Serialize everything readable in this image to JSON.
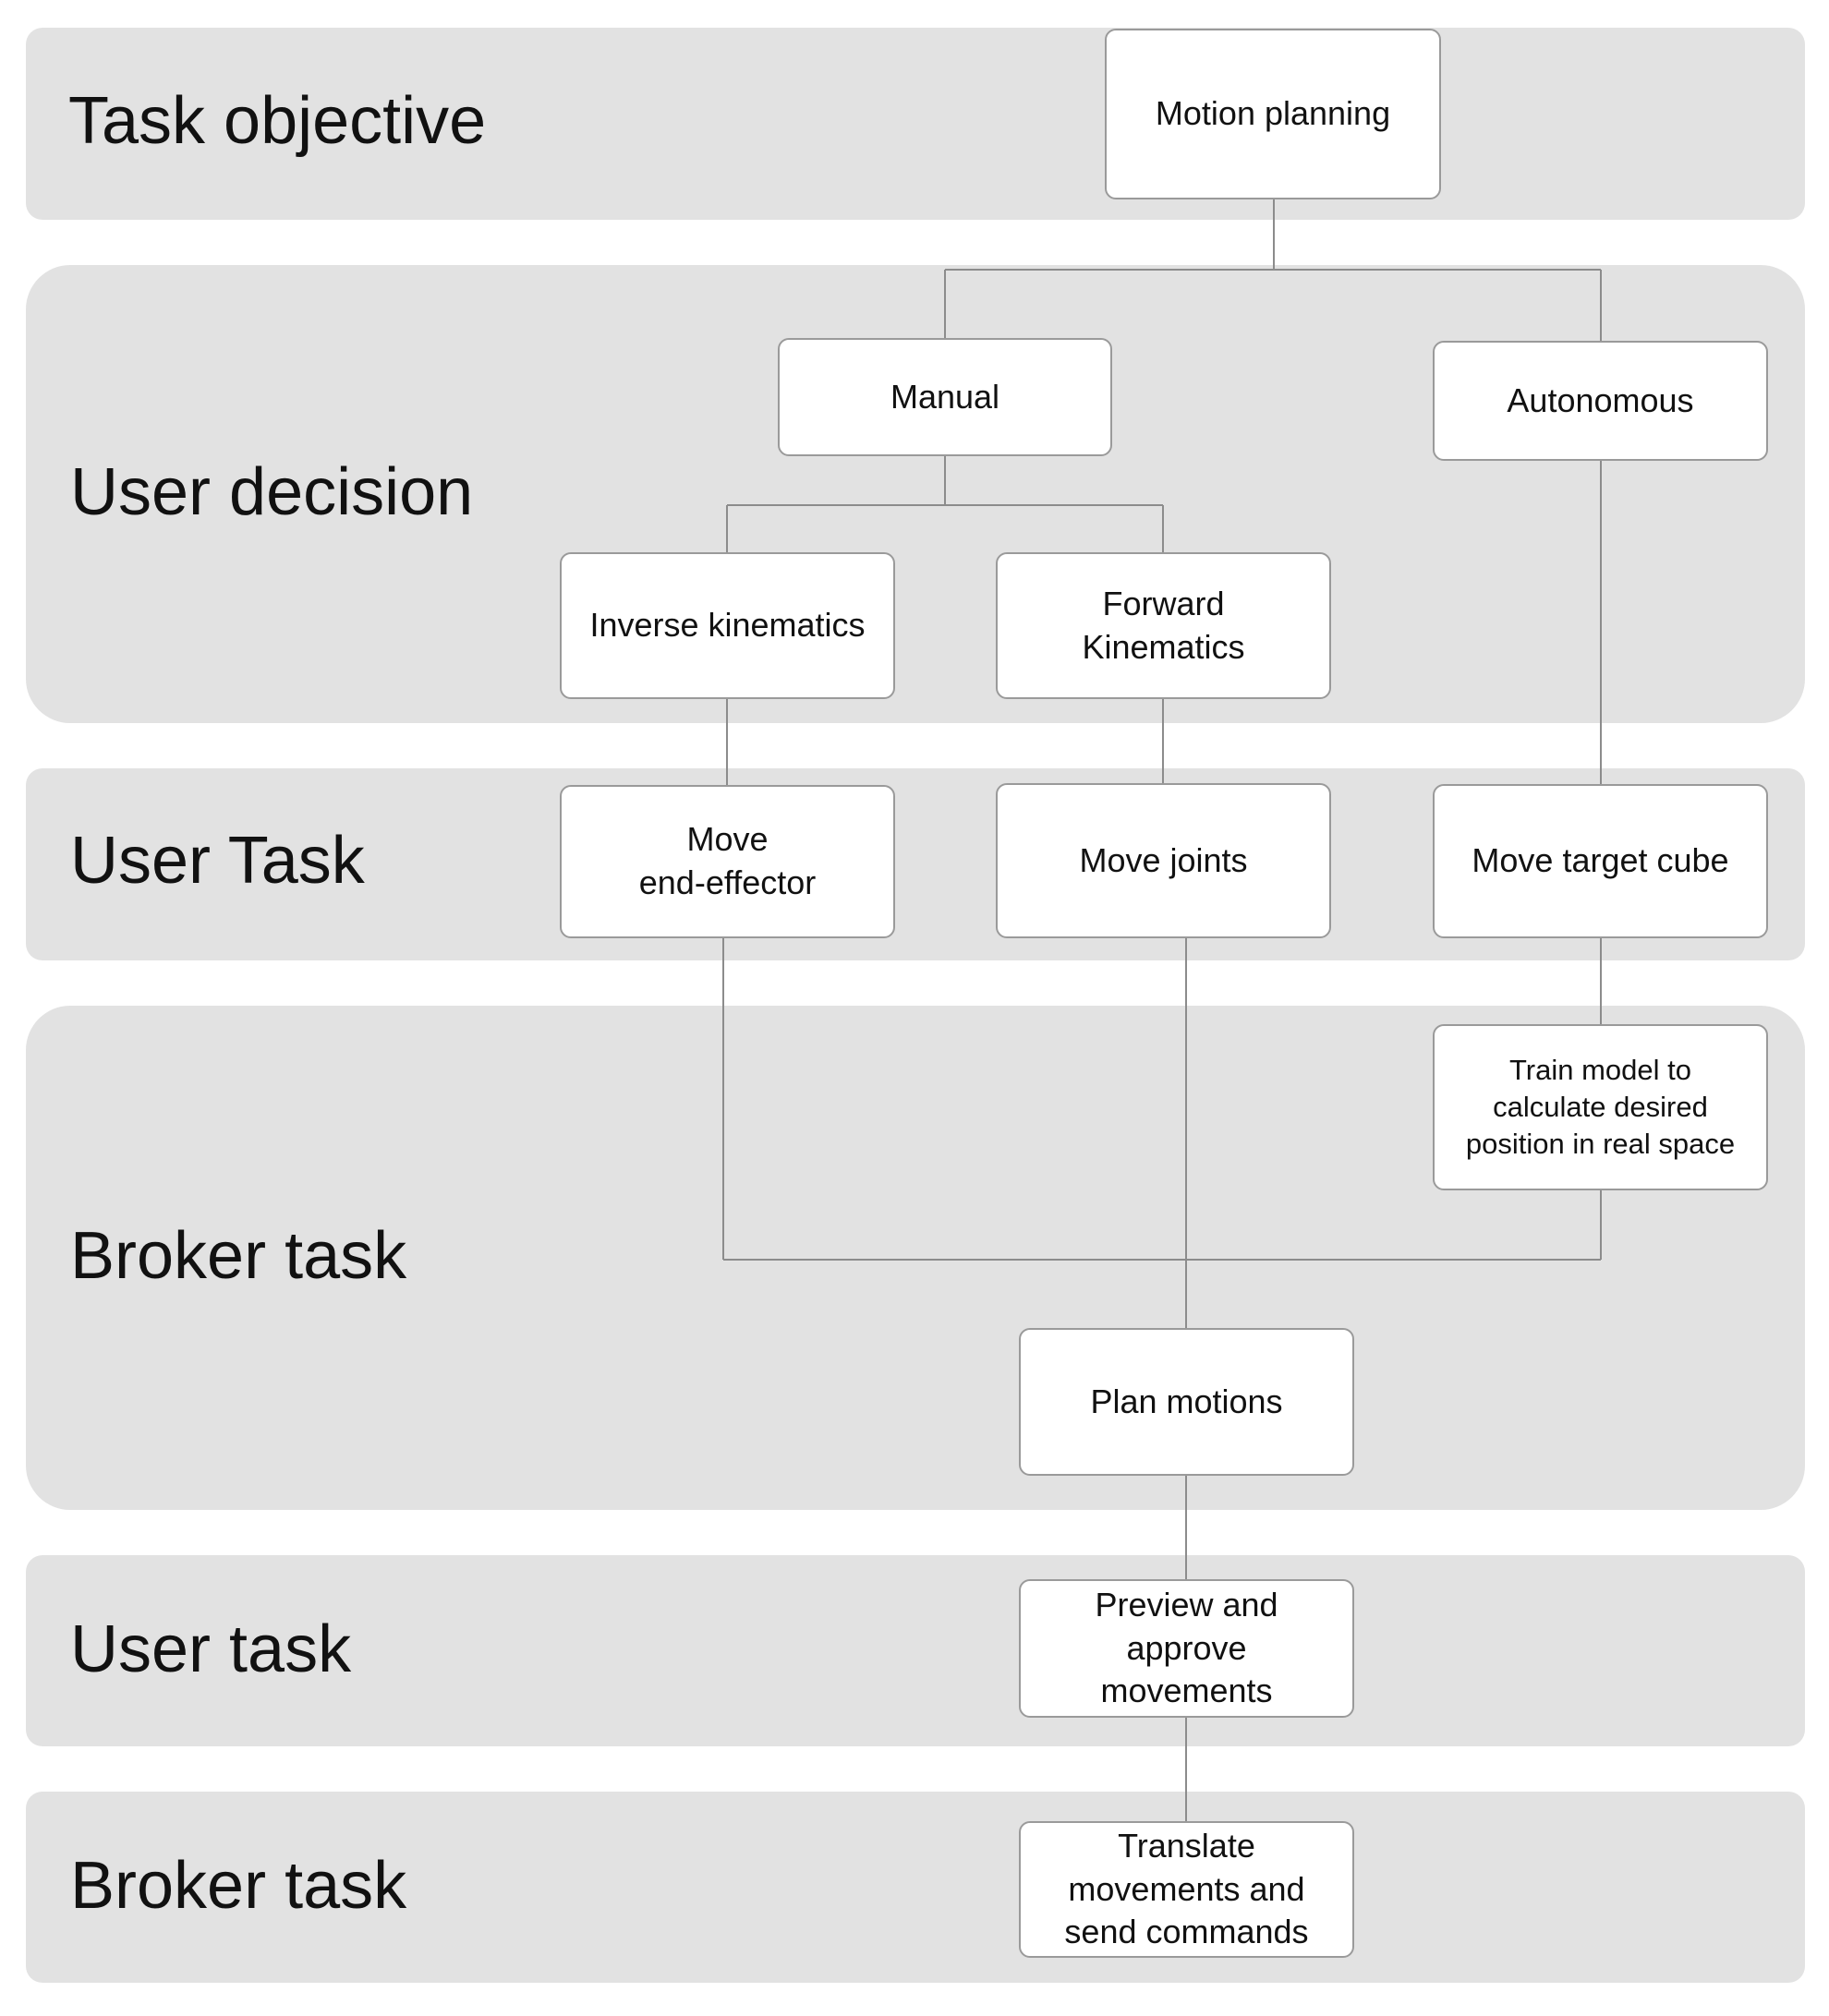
{
  "lanes": {
    "task_objective": "Task objective",
    "user_decision": "User decision",
    "user_task_1": "User Task",
    "broker_task_1": "Broker task",
    "user_task_2": "User task",
    "broker_task_2": "Broker task"
  },
  "nodes": {
    "motion_planning": "Motion planning",
    "manual": "Manual",
    "autonomous": "Autonomous",
    "inverse_kinematics": "Inverse kinematics",
    "forward_kinematics": "Forward\nKinematics",
    "move_end_effector": "Move\nend-effector",
    "move_joints": "Move joints",
    "move_target_cube": "Move target cube",
    "train_model": "Train model to\ncalculate desired\nposition in real space",
    "plan_motions": "Plan motions",
    "preview_approve": "Preview and\napprove\nmovements",
    "translate_movements": "Translate\nmovements and\nsend commands"
  },
  "colors": {
    "lane_background": "#e2e2e2",
    "node_background": "#ffffff",
    "node_border": "#9a9a9a",
    "connector": "#8c8c8c"
  }
}
